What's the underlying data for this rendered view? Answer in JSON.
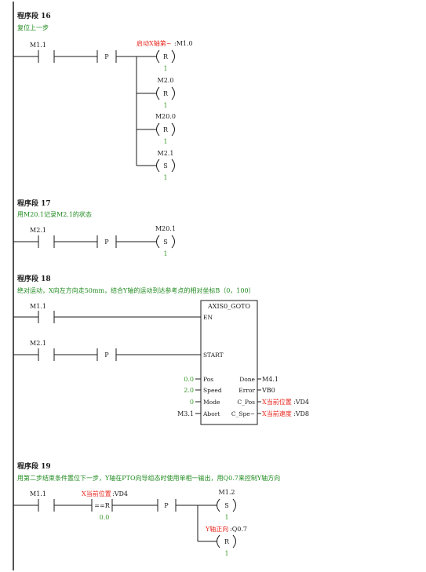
{
  "colors": {
    "wire": "#1a1a1a",
    "text": "#1a1a1a",
    "comment": "#1f8a1f",
    "symbol": "#e8261e",
    "value": "#3a9a2a",
    "rail": "#1a1a1a"
  },
  "segments": [
    {
      "title": "程序段 16",
      "comment": "复位上一步",
      "contact": "M1.1",
      "edge_label": "P",
      "coils": [
        {
          "symbol": "启动X轴第~",
          "address": ":M1.0",
          "type": "R",
          "count": "1"
        },
        {
          "symbol": "",
          "address": "M2.0",
          "type": "R",
          "count": "1"
        },
        {
          "symbol": "",
          "address": "M20.0",
          "type": "R",
          "count": "1"
        },
        {
          "symbol": "",
          "address": "M2.1",
          "type": "S",
          "count": "1"
        }
      ]
    },
    {
      "title": "程序段 17",
      "comment": "用M20.1记录M2.1的状态",
      "contact": "M2.1",
      "edge_label": "P",
      "coil": {
        "address": "M20.1",
        "type": "S",
        "count": "1"
      }
    },
    {
      "title": "程序段 18",
      "comment": "绝对运动，X向左方向走50mm，结合Y轴的运动到达参考点的相对坐标B（0，100）",
      "contact_en": "M1.1",
      "contact_start": "M2.1",
      "edge_label": "P",
      "block": {
        "name": "AXIS0_GOTO",
        "en": "EN",
        "start": "START",
        "inputs": [
          {
            "value": "0.0",
            "pin": "Pos"
          },
          {
            "value": "2.0",
            "pin": "Speed"
          },
          {
            "value": "0",
            "pin": "Mode"
          },
          {
            "value": "M3.1",
            "pin": "Abort"
          }
        ],
        "outputs": [
          {
            "pin": "Done",
            "symbol": "",
            "address": "M4.1"
          },
          {
            "pin": "Error",
            "symbol": "",
            "address": "VB0"
          },
          {
            "pin": "C_Pos",
            "symbol": "X当前位置",
            "address": ":VD4"
          },
          {
            "pin": "C_Spe~",
            "symbol": "X当前速度",
            "address": ":VD8"
          }
        ]
      }
    },
    {
      "title": "程序段 19",
      "comment": "用第二步结束条件置位下一步，Y轴在PTO向导组态时使用单相一输出，用Q0.7来控制Y轴方向",
      "contact": "M1.1",
      "compare": {
        "symbol": "X当前位置",
        "address": ":VD4",
        "op": "==R",
        "value": "0.0"
      },
      "edge_label": "P",
      "coils": [
        {
          "symbol": "",
          "address": "M1.2",
          "type": "S",
          "count": "1"
        },
        {
          "symbol": "Y轴正向",
          "address": ":Q0.7",
          "type": "R",
          "count": "1"
        }
      ]
    }
  ]
}
